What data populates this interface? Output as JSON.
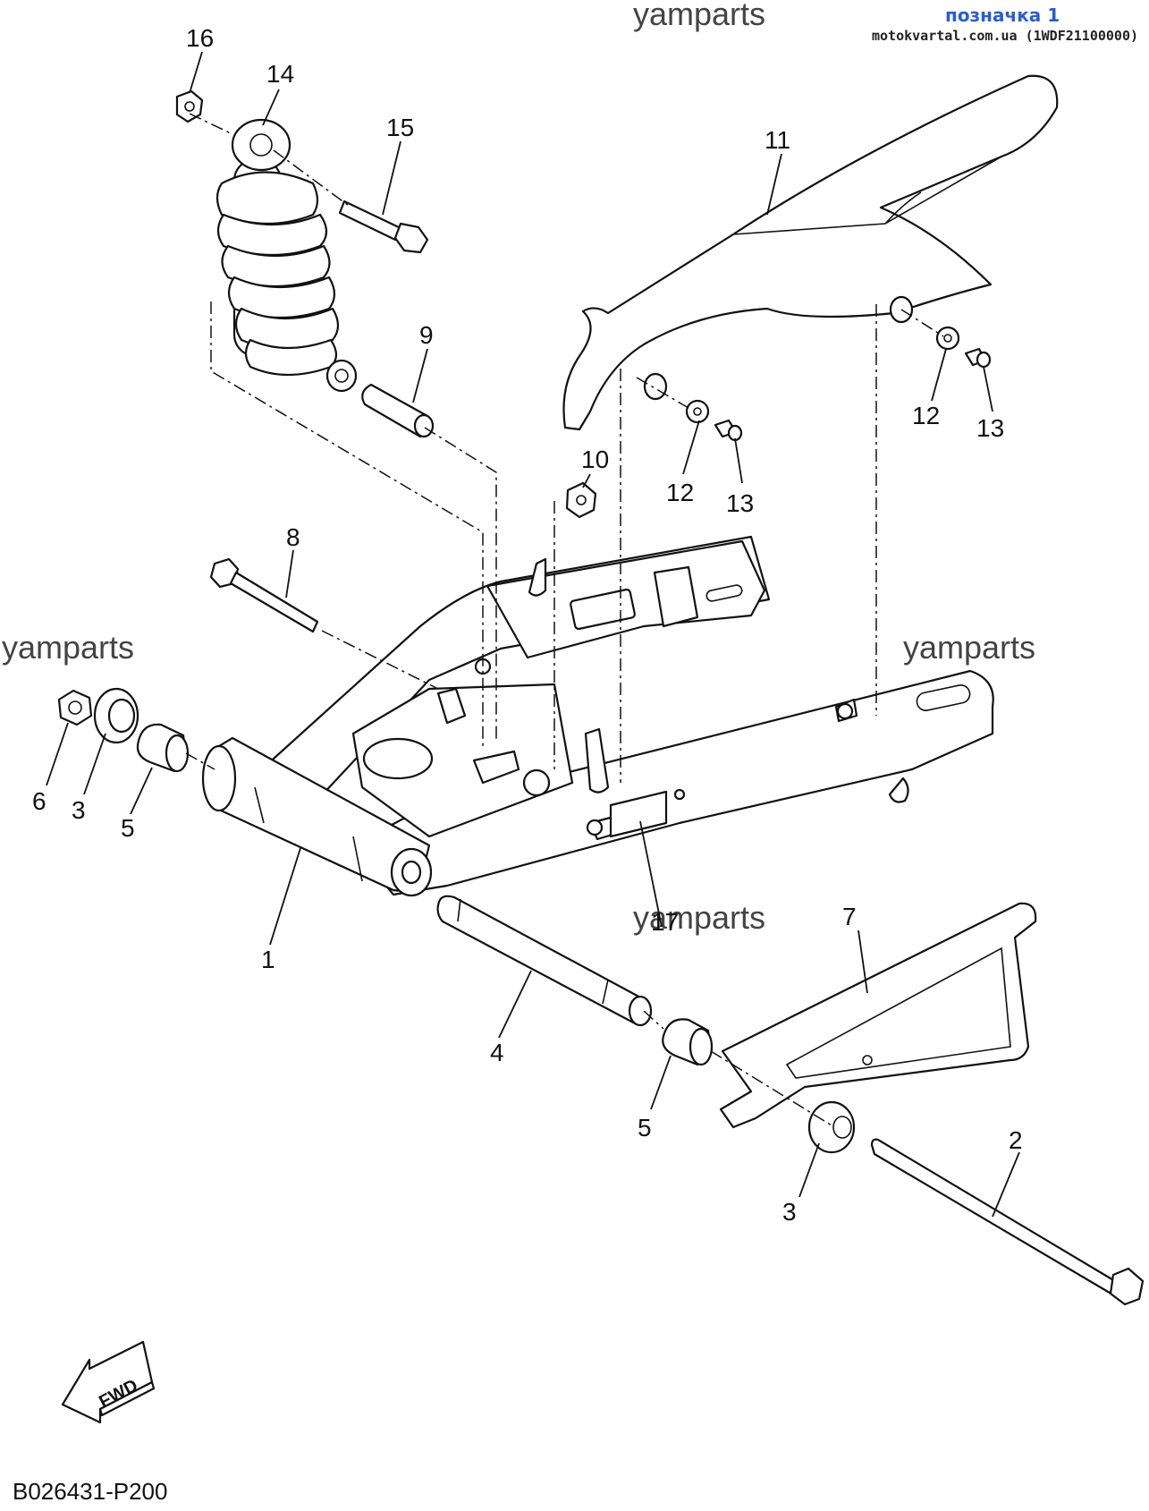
{
  "header": {
    "title": "позначка 1",
    "subtitle": "motokvartal.com.ua (1WDF21100000)"
  },
  "watermarks": [
    "yamparts",
    "yamparts",
    "yamparts",
    "yamparts"
  ],
  "diagram_code": "B026431-P200",
  "fwd_label": "FWD",
  "callouts": [
    {
      "id": "c16",
      "label": "16"
    },
    {
      "id": "c14",
      "label": "14"
    },
    {
      "id": "c15",
      "label": "15"
    },
    {
      "id": "c11",
      "label": "11"
    },
    {
      "id": "c9",
      "label": "9"
    },
    {
      "id": "c12a",
      "label": "12"
    },
    {
      "id": "c13a",
      "label": "13"
    },
    {
      "id": "c12b",
      "label": "12"
    },
    {
      "id": "c13b",
      "label": "13"
    },
    {
      "id": "c10",
      "label": "10"
    },
    {
      "id": "c8",
      "label": "8"
    },
    {
      "id": "c6",
      "label": "6"
    },
    {
      "id": "c3a",
      "label": "3"
    },
    {
      "id": "c5a",
      "label": "5"
    },
    {
      "id": "c1",
      "label": "1"
    },
    {
      "id": "c17",
      "label": "17"
    },
    {
      "id": "c7",
      "label": "7"
    },
    {
      "id": "c4",
      "label": "4"
    },
    {
      "id": "c5b",
      "label": "5"
    },
    {
      "id": "c3b",
      "label": "3"
    },
    {
      "id": "c2",
      "label": "2"
    }
  ]
}
